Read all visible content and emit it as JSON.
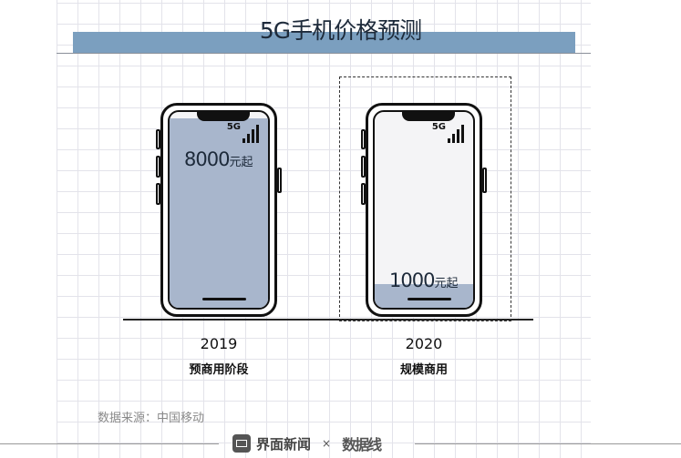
{
  "title": "5G手机价格预测",
  "chart_data": {
    "type": "bar",
    "title": "5G手机价格预测",
    "categories": [
      "2019",
      "2020"
    ],
    "category_subtitles": [
      "预商用阶段",
      "规模商用"
    ],
    "values": [
      8000,
      1000
    ],
    "value_labels": [
      "8000",
      "1000"
    ],
    "unit_label": "元起",
    "bar_color": "#a8b6cc",
    "highlighted_category": "2020",
    "ylim": [
      0,
      8500
    ]
  },
  "phone_label": "5G",
  "source": "数据来源：中国移动",
  "footer": {
    "brand": "界面新闻",
    "separator": "×",
    "partner_logo": "数据线"
  }
}
